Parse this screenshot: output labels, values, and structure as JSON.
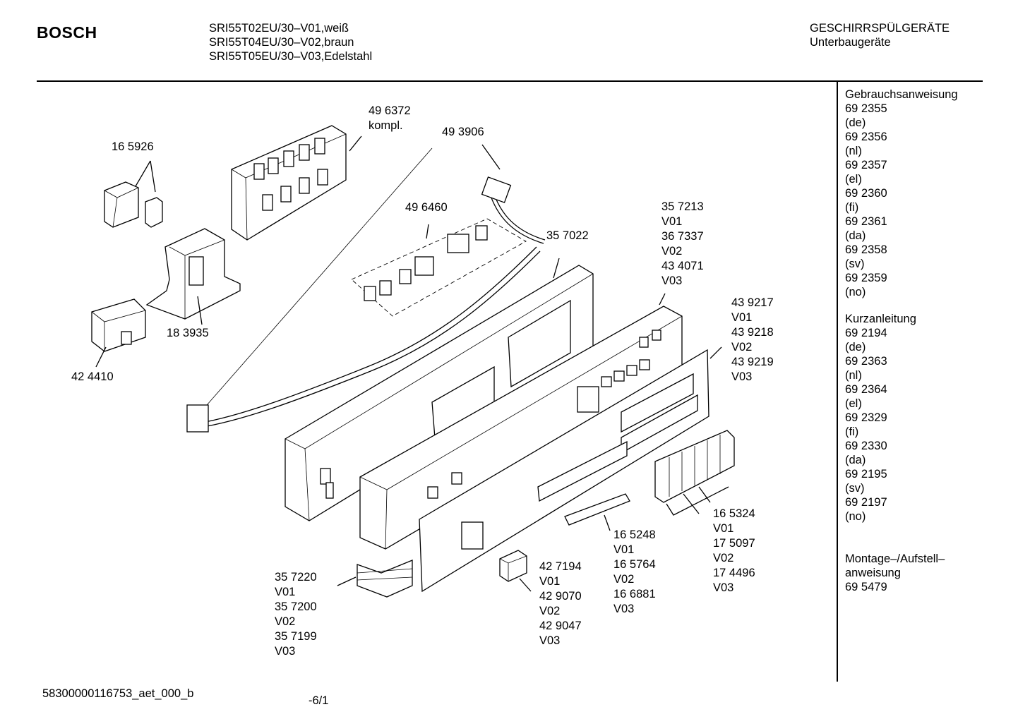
{
  "header": {
    "brand": "BOSCH",
    "models": [
      "SRI55T02EU/30–V01,weiß",
      "SRI55T04EU/30–V02,braun",
      "SRI55T05EU/30–V03,Edelstahl"
    ],
    "category": "GESCHIRRSPÜLGERÄTE",
    "subcategory": "Unterbaugeräte"
  },
  "sidebar": {
    "manual_title": "Gebrauchsanweisung",
    "manual_items": [
      "69 2355",
      "(de)",
      "69 2356",
      "(nl)",
      "69 2357",
      "(el)",
      "69 2360",
      "(fi)",
      "69 2361",
      "(da)",
      "69 2358",
      "(sv)",
      "69 2359",
      "(no)"
    ],
    "short_title": "Kurzanleitung",
    "short_items": [
      "69 2194",
      "(de)",
      "69 2363",
      "(nl)",
      "69 2364",
      "(el)",
      "69 2329",
      "(fi)",
      "69 2330",
      "(da)",
      "69 2195",
      "(sv)",
      "69 2197",
      "(no)"
    ],
    "install_title": "Montage–/Aufstell–\nanweisung",
    "install_number": "69 5479"
  },
  "parts": {
    "p496372": "49 6372\nkompl.",
    "p493906": "49 3906",
    "p165926": "16 5926",
    "p496460": "49 6460",
    "p357022": "35 7022",
    "p357213": "35 7213\nV01\n36 7337\nV02\n43 4071\nV03",
    "p439217": "43 9217\nV01\n43 9218\nV02\n43 9219\nV03",
    "p183935": "18 3935",
    "p424410": "42 4410",
    "p165324": "16 5324\nV01\n17 5097\nV02\n17 4496\nV03",
    "p165248": "16 5248\nV01\n16 5764\nV02\n16 6881\nV03",
    "p427194": "42 7194\nV01\n42 9070\nV02\n42 9047\nV03",
    "p357220": "35 7220\nV01\n35 7200\nV02\n35 7199\nV03"
  },
  "footer": {
    "doc_id": "58300000116753_aet_000_b",
    "page": "-6/1"
  }
}
